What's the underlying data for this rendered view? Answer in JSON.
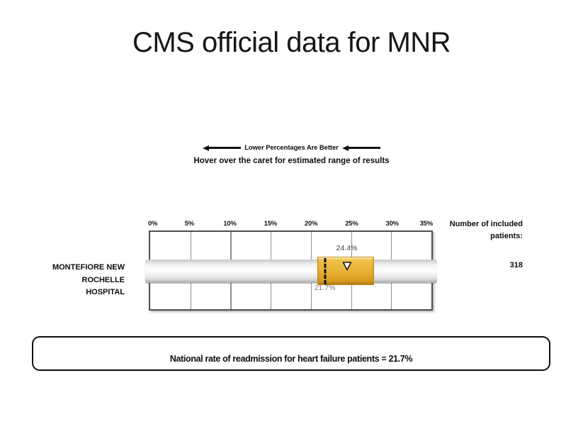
{
  "slide": {
    "title": "CMS official data for MNR"
  },
  "annotation": {
    "arrow_label": "Lower Percentages Are Better",
    "hover_hint": "Hover over the caret for estimated range of results"
  },
  "chart_data": {
    "type": "bar",
    "orientation": "horizontal",
    "title": "",
    "x_axis": {
      "ticks": [
        "0%",
        "5%",
        "10%",
        "15%",
        "20%",
        "25%",
        "30%",
        "35%"
      ],
      "range_pct": [
        0,
        35
      ],
      "grid": true
    },
    "direction_note": "Lower Percentages Are Better",
    "rows": [
      {
        "label": "MONTEFIORE NEW ROCHELLE HOSPITAL",
        "label_lines": [
          "MONTEFIORE NEW",
          "ROCHELLE",
          "HOSPITAL"
        ],
        "value_pct": 24.4,
        "value_label": "24.4%",
        "national_rate_pct": 21.7,
        "national_rate_label": "21.7%",
        "estimated_range_pct": [
          20.8,
          27.8
        ],
        "included_patients": 318
      }
    ]
  },
  "patients_panel": {
    "header_lines": [
      "Number of included",
      "patients:"
    ],
    "value": "318"
  },
  "footer": {
    "text": "National rate of readmission for heart failure patients = 21.7%"
  },
  "colors": {
    "accent_gold": "#EAB63A",
    "gold_border": "#C08A16",
    "bar_gray": "#DEDEDE",
    "value_label_gray": "#3E3E44",
    "national_label_gray": "#7B7B83",
    "text_black": "#111111"
  }
}
